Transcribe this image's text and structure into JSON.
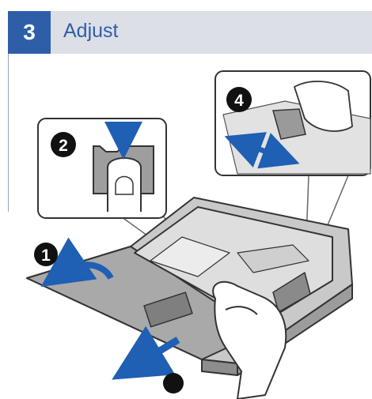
{
  "header": {
    "step_number": "3",
    "title": "Adjust"
  },
  "callouts": {
    "step1": "1",
    "step2": "2",
    "step4": "4"
  },
  "colors": {
    "accent_blue": "#2f5ea8",
    "header_gray": "#dcdfe6",
    "tray_gray": "#b9b9b9",
    "arrow_blue": "#1f5fb4"
  }
}
